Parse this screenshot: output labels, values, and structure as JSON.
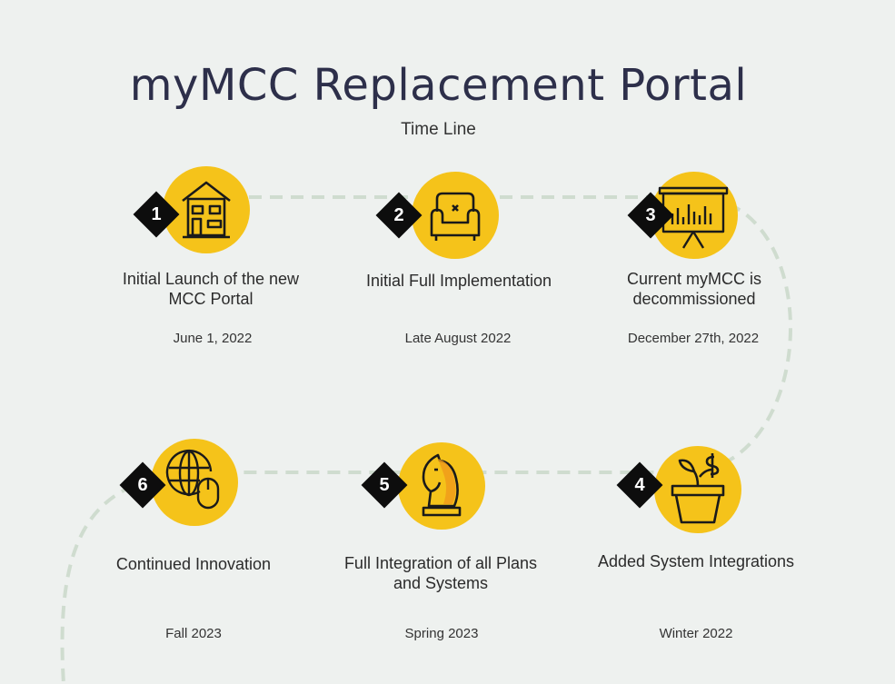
{
  "header": {
    "title": "myMCC Replacement Portal",
    "subtitle": "Time Line"
  },
  "milestones": [
    {
      "number": "1",
      "label": "Initial Launch of the new MCC Portal",
      "date": "June 1, 2022",
      "icon": "building-icon"
    },
    {
      "number": "2",
      "label": "Initial Full Implementation",
      "date": "Late August 2022",
      "icon": "sofa-icon"
    },
    {
      "number": "3",
      "label": "Current myMCC is decommissioned",
      "date": "December 27th, 2022",
      "icon": "presentation-board-icon"
    },
    {
      "number": "4",
      "label": "Added System Integrations",
      "date": "Winter 2022",
      "icon": "plant-money-icon"
    },
    {
      "number": "5",
      "label": "Full Integration of all Plans and Systems",
      "date": "Spring 2023",
      "icon": "chess-knight-icon"
    },
    {
      "number": "6",
      "label": "Continued Innovation",
      "date": "Fall 2023",
      "icon": "globe-mouse-icon"
    }
  ],
  "colors": {
    "background": "#eef1ef",
    "circle": "#f5c31a",
    "path": "#cfdccf",
    "diamond": "#0d0d0d",
    "title": "#2d2f4a"
  }
}
